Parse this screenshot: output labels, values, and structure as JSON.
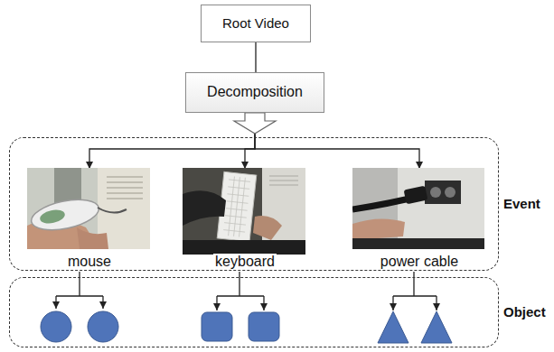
{
  "diagram": {
    "nodes": [
      {
        "text": [
          "Root Video"
        ]
      },
      {
        "text": [
          "Decomposition"
        ]
      },
      {
        "text": [
          "Event"
        ]
      },
      {
        "text": [
          "mouse"
        ],
        "in": 2
      },
      {
        "text": [
          "keyboard"
        ],
        "in": 2
      },
      {
        "text": [
          "power cable"
        ],
        "in": 2
      },
      {
        "text": [
          "Object"
        ]
      }
    ],
    "edges": [
      {
        "from": 0,
        "to": 1,
        "arrow": "none"
      },
      {
        "from": 1,
        "to": 3,
        "arrow": "to"
      },
      {
        "from": 1,
        "to": 4,
        "arrow": "to"
      },
      {
        "from": 1,
        "to": 5,
        "arrow": "to"
      }
    ]
  }
}
